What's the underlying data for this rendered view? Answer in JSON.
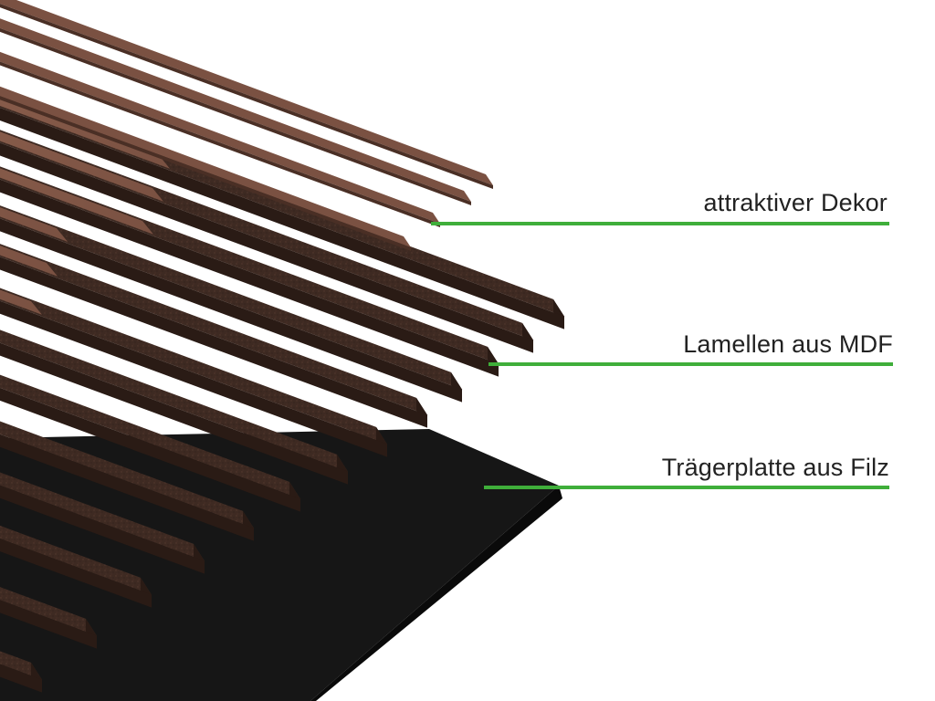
{
  "labels": {
    "decor": "attraktiver Dekor",
    "slats": "Lamellen aus MDF",
    "backing": "Trägerplatte aus Filz"
  },
  "colors": {
    "leader_line": "#3fae3a",
    "label_text": "#222222",
    "felt": "#161616",
    "felt_edge": "#0a0a0a",
    "mdf_top": "#3e2a22",
    "mdf_side": "#2a1b15",
    "veneer_top": "#7a5142",
    "veneer_light": "#8c6150",
    "veneer_edge": "#4a2f25",
    "gap_shadow": "#2a1b15"
  }
}
